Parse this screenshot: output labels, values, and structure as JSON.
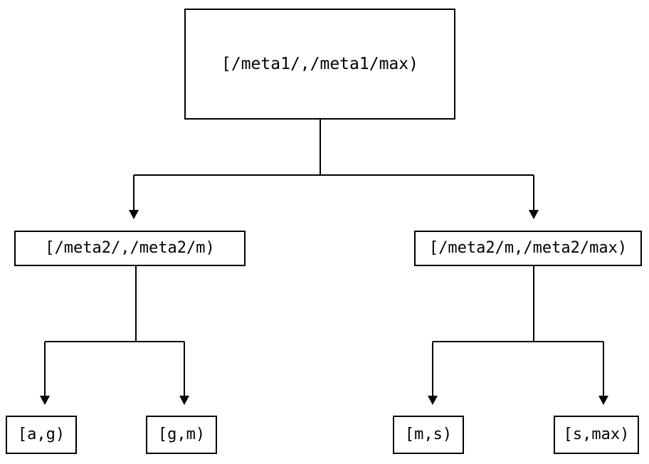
{
  "diagram": {
    "type": "binary-interval-tree",
    "background_color": "#ffffff",
    "line_color": "#000000",
    "text_color": "#000000",
    "nodes": {
      "root": {
        "label": "[/meta1/,/meta1/max)",
        "level": 0
      },
      "mid_left": {
        "label": "[/meta2/,/meta2/m)",
        "level": 1
      },
      "mid_right": {
        "label": "[/meta2/m,/meta2/max)",
        "level": 1
      },
      "leaf_ag": {
        "label": "[a,g)",
        "level": 2
      },
      "leaf_gm": {
        "label": "[g,m)",
        "level": 2
      },
      "leaf_ms": {
        "label": "[m,s)",
        "level": 2
      },
      "leaf_smax": {
        "label": "[s,max)",
        "level": 2
      }
    },
    "edges": [
      {
        "from": "root",
        "to": "mid_left",
        "arrow": "triangle-down"
      },
      {
        "from": "root",
        "to": "mid_right",
        "arrow": "triangle-down"
      },
      {
        "from": "mid_left",
        "to": "leaf_ag",
        "arrow": "triangle-down"
      },
      {
        "from": "mid_left",
        "to": "leaf_gm",
        "arrow": "triangle-down"
      },
      {
        "from": "mid_right",
        "to": "leaf_ms",
        "arrow": "triangle-down"
      },
      {
        "from": "mid_right",
        "to": "leaf_smax",
        "arrow": "triangle-down"
      }
    ]
  }
}
